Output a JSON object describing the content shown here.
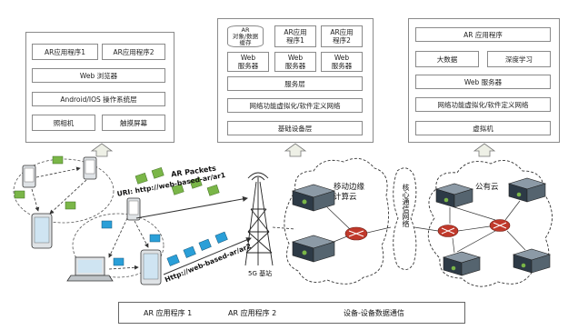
{
  "panels": {
    "device": {
      "app1": "AR应用程序1",
      "app2": "AR应用程序2",
      "browser": "Web 浏览器",
      "os": "Android/IOS 操作系统层",
      "camera": "照相机",
      "touch": "触摸屏幕"
    },
    "edge": {
      "cache": "AR\n对象/数据\n缓存",
      "app1": "AR应用\n程序1",
      "app2": "AR应用\n程序2",
      "web1": "Web\n服务器",
      "web2": "Web\n服务器",
      "web3": "Web\n服务器",
      "service": "服务层",
      "nfv": "网络功能虚拟化/软件定义网络",
      "infra": "基础设备层"
    },
    "cloud": {
      "app": "AR 应用程序",
      "bigdata": "大数据",
      "deeplearn": "深度学习",
      "web": "Web 服务器",
      "nfv": "网络功能虚拟化/软件定义网络",
      "vm": "虚拟机"
    }
  },
  "network": {
    "ar_packets": "AR Packets",
    "uri": "URI: http://web-based-ar/ar1",
    "http": "Http://web-based-ar/ar2",
    "base_station": "5G 基站",
    "edge_cloud": "移动边缘\n计算云",
    "core_network": "核心通信网络",
    "public_cloud": "公有云"
  },
  "legend": {
    "app1": "AR 应用程序 1",
    "app2": "AR 应用程序 2",
    "comm": "设备-设备数据通信"
  },
  "colors": {
    "green": "#7ab648",
    "blue": "#2a9fd8",
    "router": "#c0392b"
  }
}
